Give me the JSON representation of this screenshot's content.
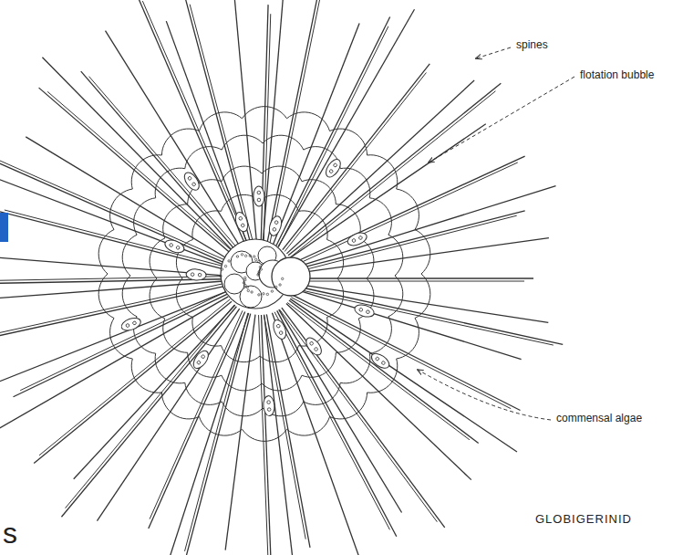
{
  "diagram": {
    "labels": [
      "spines",
      "flotation bubble",
      "commensal algae",
      "GLOBIGERINID",
      "s"
    ]
  }
}
